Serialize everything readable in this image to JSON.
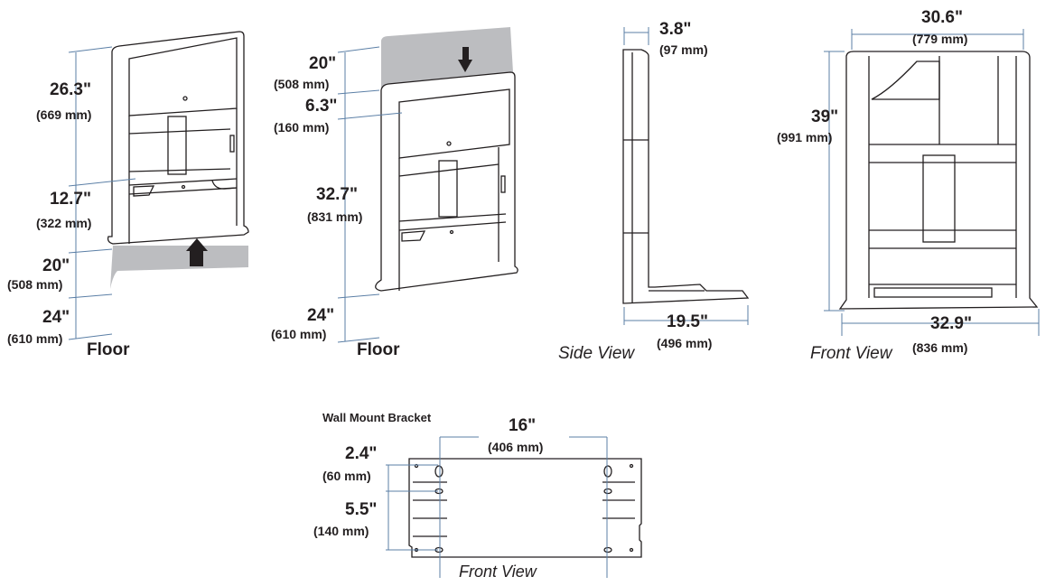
{
  "colors": {
    "dimension_line": "#5b7fa6",
    "outline": "#231f20",
    "shade": "#bcbdc0"
  },
  "view_low": {
    "dims": [
      {
        "in": "26.3\"",
        "mm": "(669 mm)"
      },
      {
        "in": "12.7\"",
        "mm": "(322 mm)"
      },
      {
        "in": "20\"",
        "mm": "(508 mm)"
      },
      {
        "in": "24\"",
        "mm": "(610 mm)"
      }
    ],
    "floor": "Floor"
  },
  "view_high": {
    "dims": [
      {
        "in": "20\"",
        "mm": "(508 mm)"
      },
      {
        "in": "6.3\"",
        "mm": "(160 mm)"
      },
      {
        "in": "32.7\"",
        "mm": "(831 mm)"
      },
      {
        "in": "24\"",
        "mm": "(610 mm)"
      }
    ],
    "floor": "Floor"
  },
  "side_view": {
    "depth_top": {
      "in": "3.8\"",
      "mm": "(97 mm)"
    },
    "depth_base": {
      "in": "19.5\"",
      "mm": "(496 mm)"
    },
    "caption": "Side View"
  },
  "front_view": {
    "width_top": {
      "in": "30.6\"",
      "mm": "(779 mm)"
    },
    "height": {
      "in": "39\"",
      "mm": "(991 mm)"
    },
    "width_base": {
      "in": "32.9\"",
      "mm": "(836 mm)"
    },
    "caption": "Front View"
  },
  "bracket": {
    "title": "Wall Mount Bracket",
    "width": {
      "in": "16\"",
      "mm": "(406 mm)"
    },
    "top_offset": {
      "in": "2.4\"",
      "mm": "(60 mm)"
    },
    "hole_spacing": {
      "in": "5.5\"",
      "mm": "(140 mm)"
    },
    "caption": "Front View"
  }
}
